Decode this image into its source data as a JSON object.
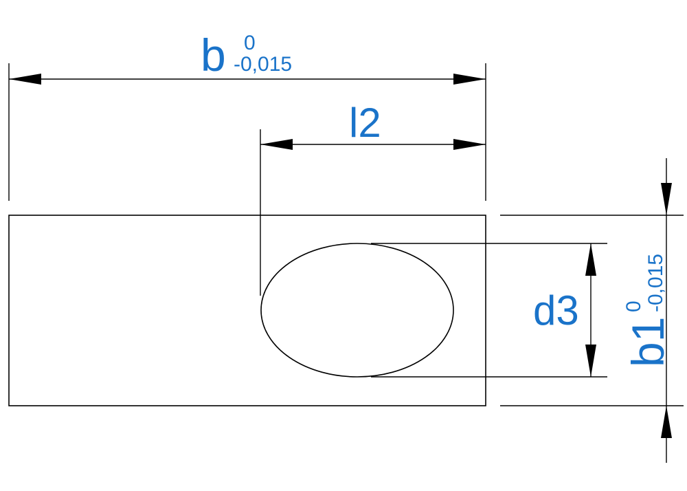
{
  "colors": {
    "line": "#000000",
    "label": "#1a73c9",
    "background": "#ffffff"
  },
  "dimensions": {
    "b": {
      "symbol": "b",
      "upper_tolerance": "0",
      "lower_tolerance": "-0,015"
    },
    "l2": {
      "symbol": "l2"
    },
    "d3": {
      "symbol": "d3"
    },
    "b1": {
      "symbol": "b1",
      "upper_tolerance": "0",
      "lower_tolerance": "-0,015"
    }
  }
}
